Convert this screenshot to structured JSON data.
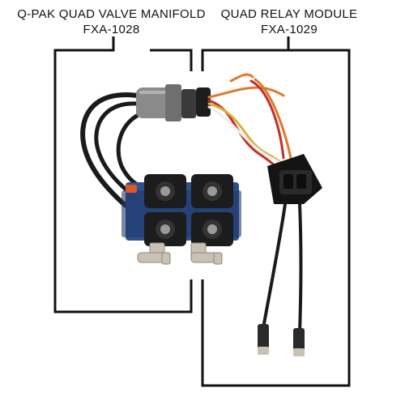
{
  "labels": {
    "left": {
      "title": "Q-PAK QUAD VALVE MANIFOLD",
      "part": "FXA-1028"
    },
    "right": {
      "title": "QUAD RELAY MODULE",
      "part": "FXA-1029"
    }
  },
  "colors": {
    "bracket": "#111111",
    "cable": "#1a1a1a",
    "connector_gray": "#8a8a8a",
    "coil": "#1c1c1c",
    "manifold_blue": "#2d4f8c",
    "fitting": "#c9c2b4",
    "wire_red": "#c0302a",
    "wire_orange": "#e07a2a",
    "wire_white": "#eeeeee",
    "wire_yellow": "#d9b13a"
  }
}
